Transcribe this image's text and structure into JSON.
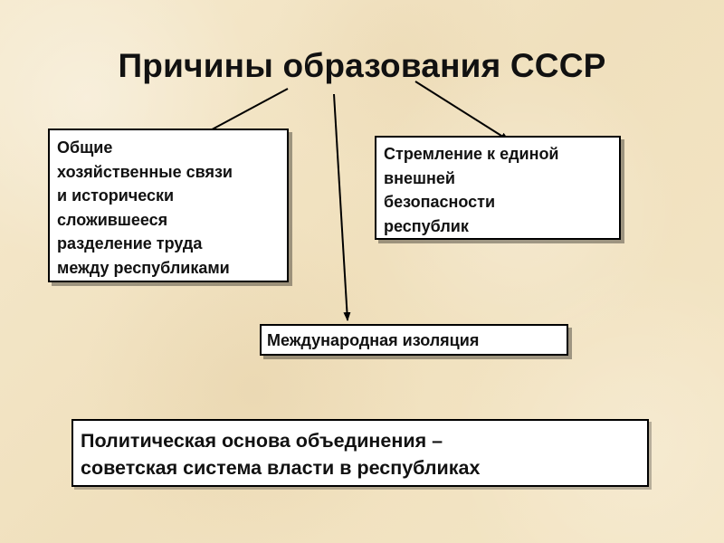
{
  "slide": {
    "title": "Причины образования СССР",
    "causes": {
      "economic": [
        "Общие",
        "хозяйственные связи",
        "и исторически",
        "сложившееся",
        "разделение труда",
        "между республиками"
      ],
      "security": [
        "Стремление к единой",
        "внешней",
        "безопасности",
        "республик"
      ],
      "isolation": "Международная изоляция"
    },
    "political_basis": [
      "Политическая основа объединения –",
      "советская система власти в республиках"
    ]
  }
}
